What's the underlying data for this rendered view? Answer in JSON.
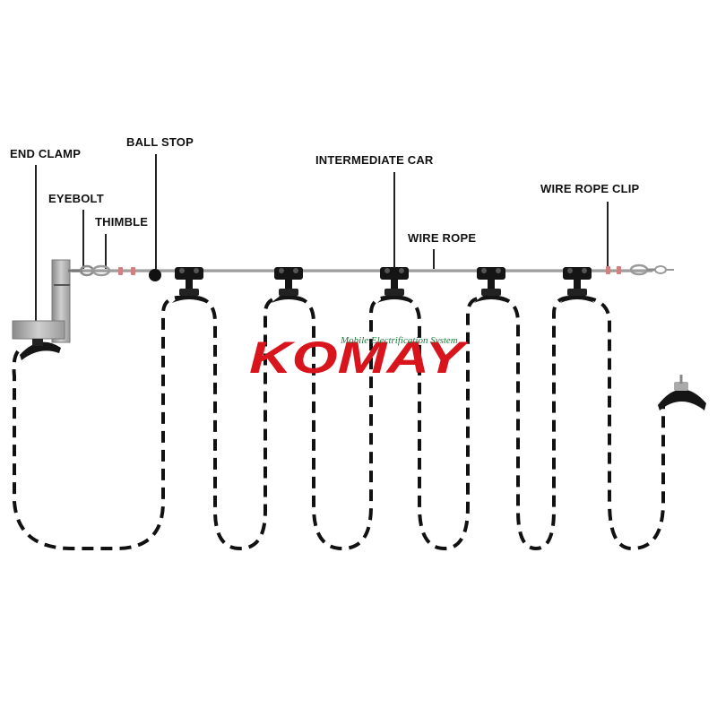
{
  "labels": {
    "end_clamp": "END CLAMP",
    "eyebolt": "EYEBOLT",
    "thimble": "THIMBLE",
    "ball_stop": "BALL STOP",
    "intermediate_car": "INTERMEDIATE CAR",
    "wire_rope": "WIRE ROPE",
    "wire_rope_clip": "WIRE ROPE CLIP"
  },
  "logo": {
    "brand": "KOMAY",
    "tagline": "Mobile Electrification System",
    "color": "#d8141c",
    "tagline_color": "#1e7a3a"
  },
  "colors": {
    "cable": "#111111",
    "rope": "#9a9a9a",
    "bracket": "#a8a8a8",
    "car": "#151515",
    "clip": "#d08080"
  },
  "components": {
    "intermediate_car_count": 5,
    "cable_loop_count": 6
  }
}
